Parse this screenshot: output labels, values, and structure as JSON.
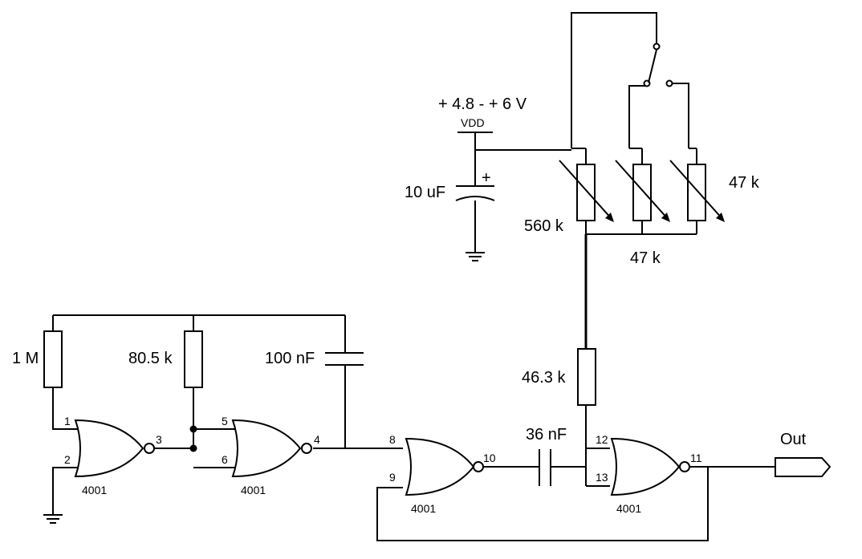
{
  "supply": {
    "voltage": "+ 4.8 - + 6 V",
    "rail": "VDD"
  },
  "labels": {
    "cap_supply": "10 uF",
    "cap_plus": "+",
    "pot_main": "560 k",
    "pot_a": "47 k",
    "pot_b": "47 k",
    "res_series": "46.3 k",
    "res_1m": "1 M",
    "res_80k": "80.5 k",
    "cap_timing": "100 nF",
    "cap_coupling": "36 nF",
    "output": "Out"
  },
  "gates": [
    {
      "chip": "4001",
      "in_a": "1",
      "in_b": "2",
      "out": "3"
    },
    {
      "chip": "4001",
      "in_a": "5",
      "in_b": "6",
      "out": "4"
    },
    {
      "chip": "4001",
      "in_a": "8",
      "in_b": "9",
      "out": "10"
    },
    {
      "chip": "4001",
      "in_a": "12",
      "in_b": "13",
      "out": "11"
    }
  ]
}
